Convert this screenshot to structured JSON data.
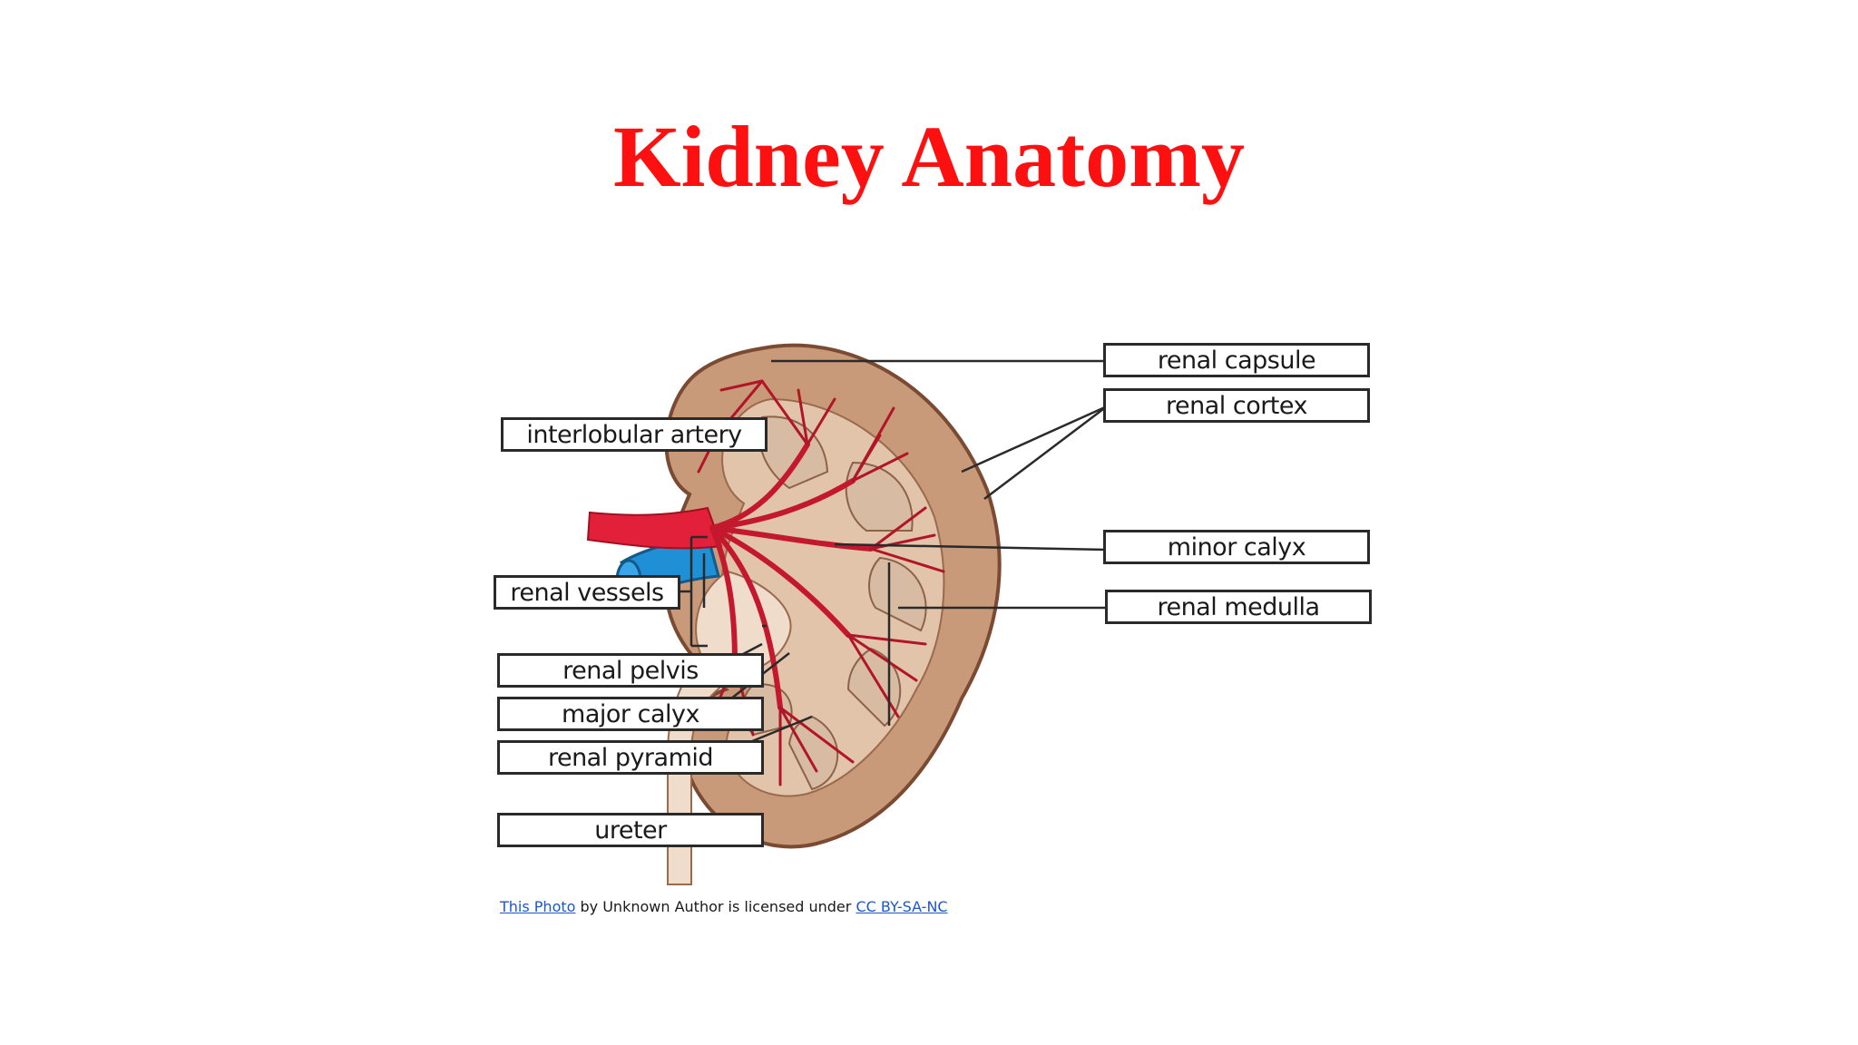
{
  "slide": {
    "title": "Kidney Anatomy",
    "title_color": "#ff1010"
  },
  "diagram": {
    "labels": {
      "renal_capsule": "renal capsule",
      "renal_cortex": "renal cortex",
      "interlobular_artery": "interlobular artery",
      "minor_calyx": "minor calyx",
      "renal_medulla": "renal medulla",
      "renal_vessels": "renal vessels",
      "renal_pelvis": "renal pelvis",
      "major_calyx": "major calyx",
      "renal_pyramid": "renal pyramid",
      "ureter": "ureter"
    },
    "colors": {
      "cortex": "#c99a79",
      "capsule": "#7a4a33",
      "artery": "#e3203a",
      "vein": "#1f8fd6",
      "pelvis": "#f0dccb"
    }
  },
  "attribution": {
    "photo_link": "This Photo",
    "middle_text": " by Unknown Author is licensed under ",
    "license_link": "CC BY-SA-NC"
  }
}
